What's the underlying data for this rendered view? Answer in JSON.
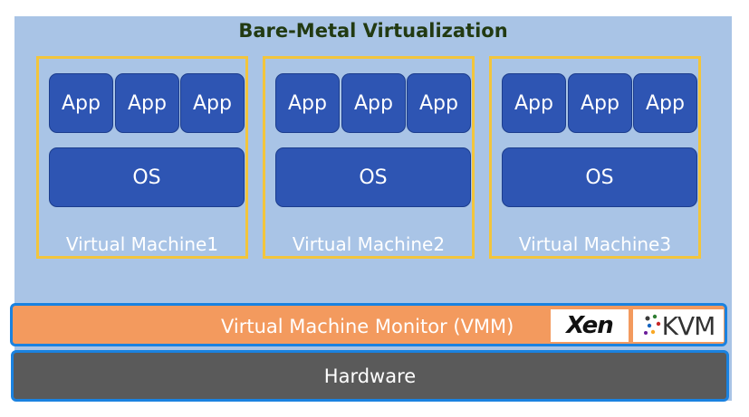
{
  "title": "Bare-Metal Virtualization",
  "vms": [
    {
      "apps": [
        "App",
        "App",
        "App"
      ],
      "os": "OS",
      "label": "Virtual Machine1"
    },
    {
      "apps": [
        "App",
        "App",
        "App"
      ],
      "os": "OS",
      "label": "Virtual Machine2"
    },
    {
      "apps": [
        "App",
        "App",
        "App"
      ],
      "os": "OS",
      "label": "Virtual Machine3"
    }
  ],
  "vmm": {
    "label": "Virtual Machine Monitor (VMM)",
    "logos": {
      "xen": "Xen",
      "kvm": "KVM"
    }
  },
  "hardware": "Hardware",
  "colors": {
    "panel": "#a9c4e6",
    "block": "#2e55b3",
    "vm_border": "#f2c53d",
    "vmm": "#f39a5e",
    "hardware": "#5a5a5a",
    "highlight": "#1a82e0"
  }
}
